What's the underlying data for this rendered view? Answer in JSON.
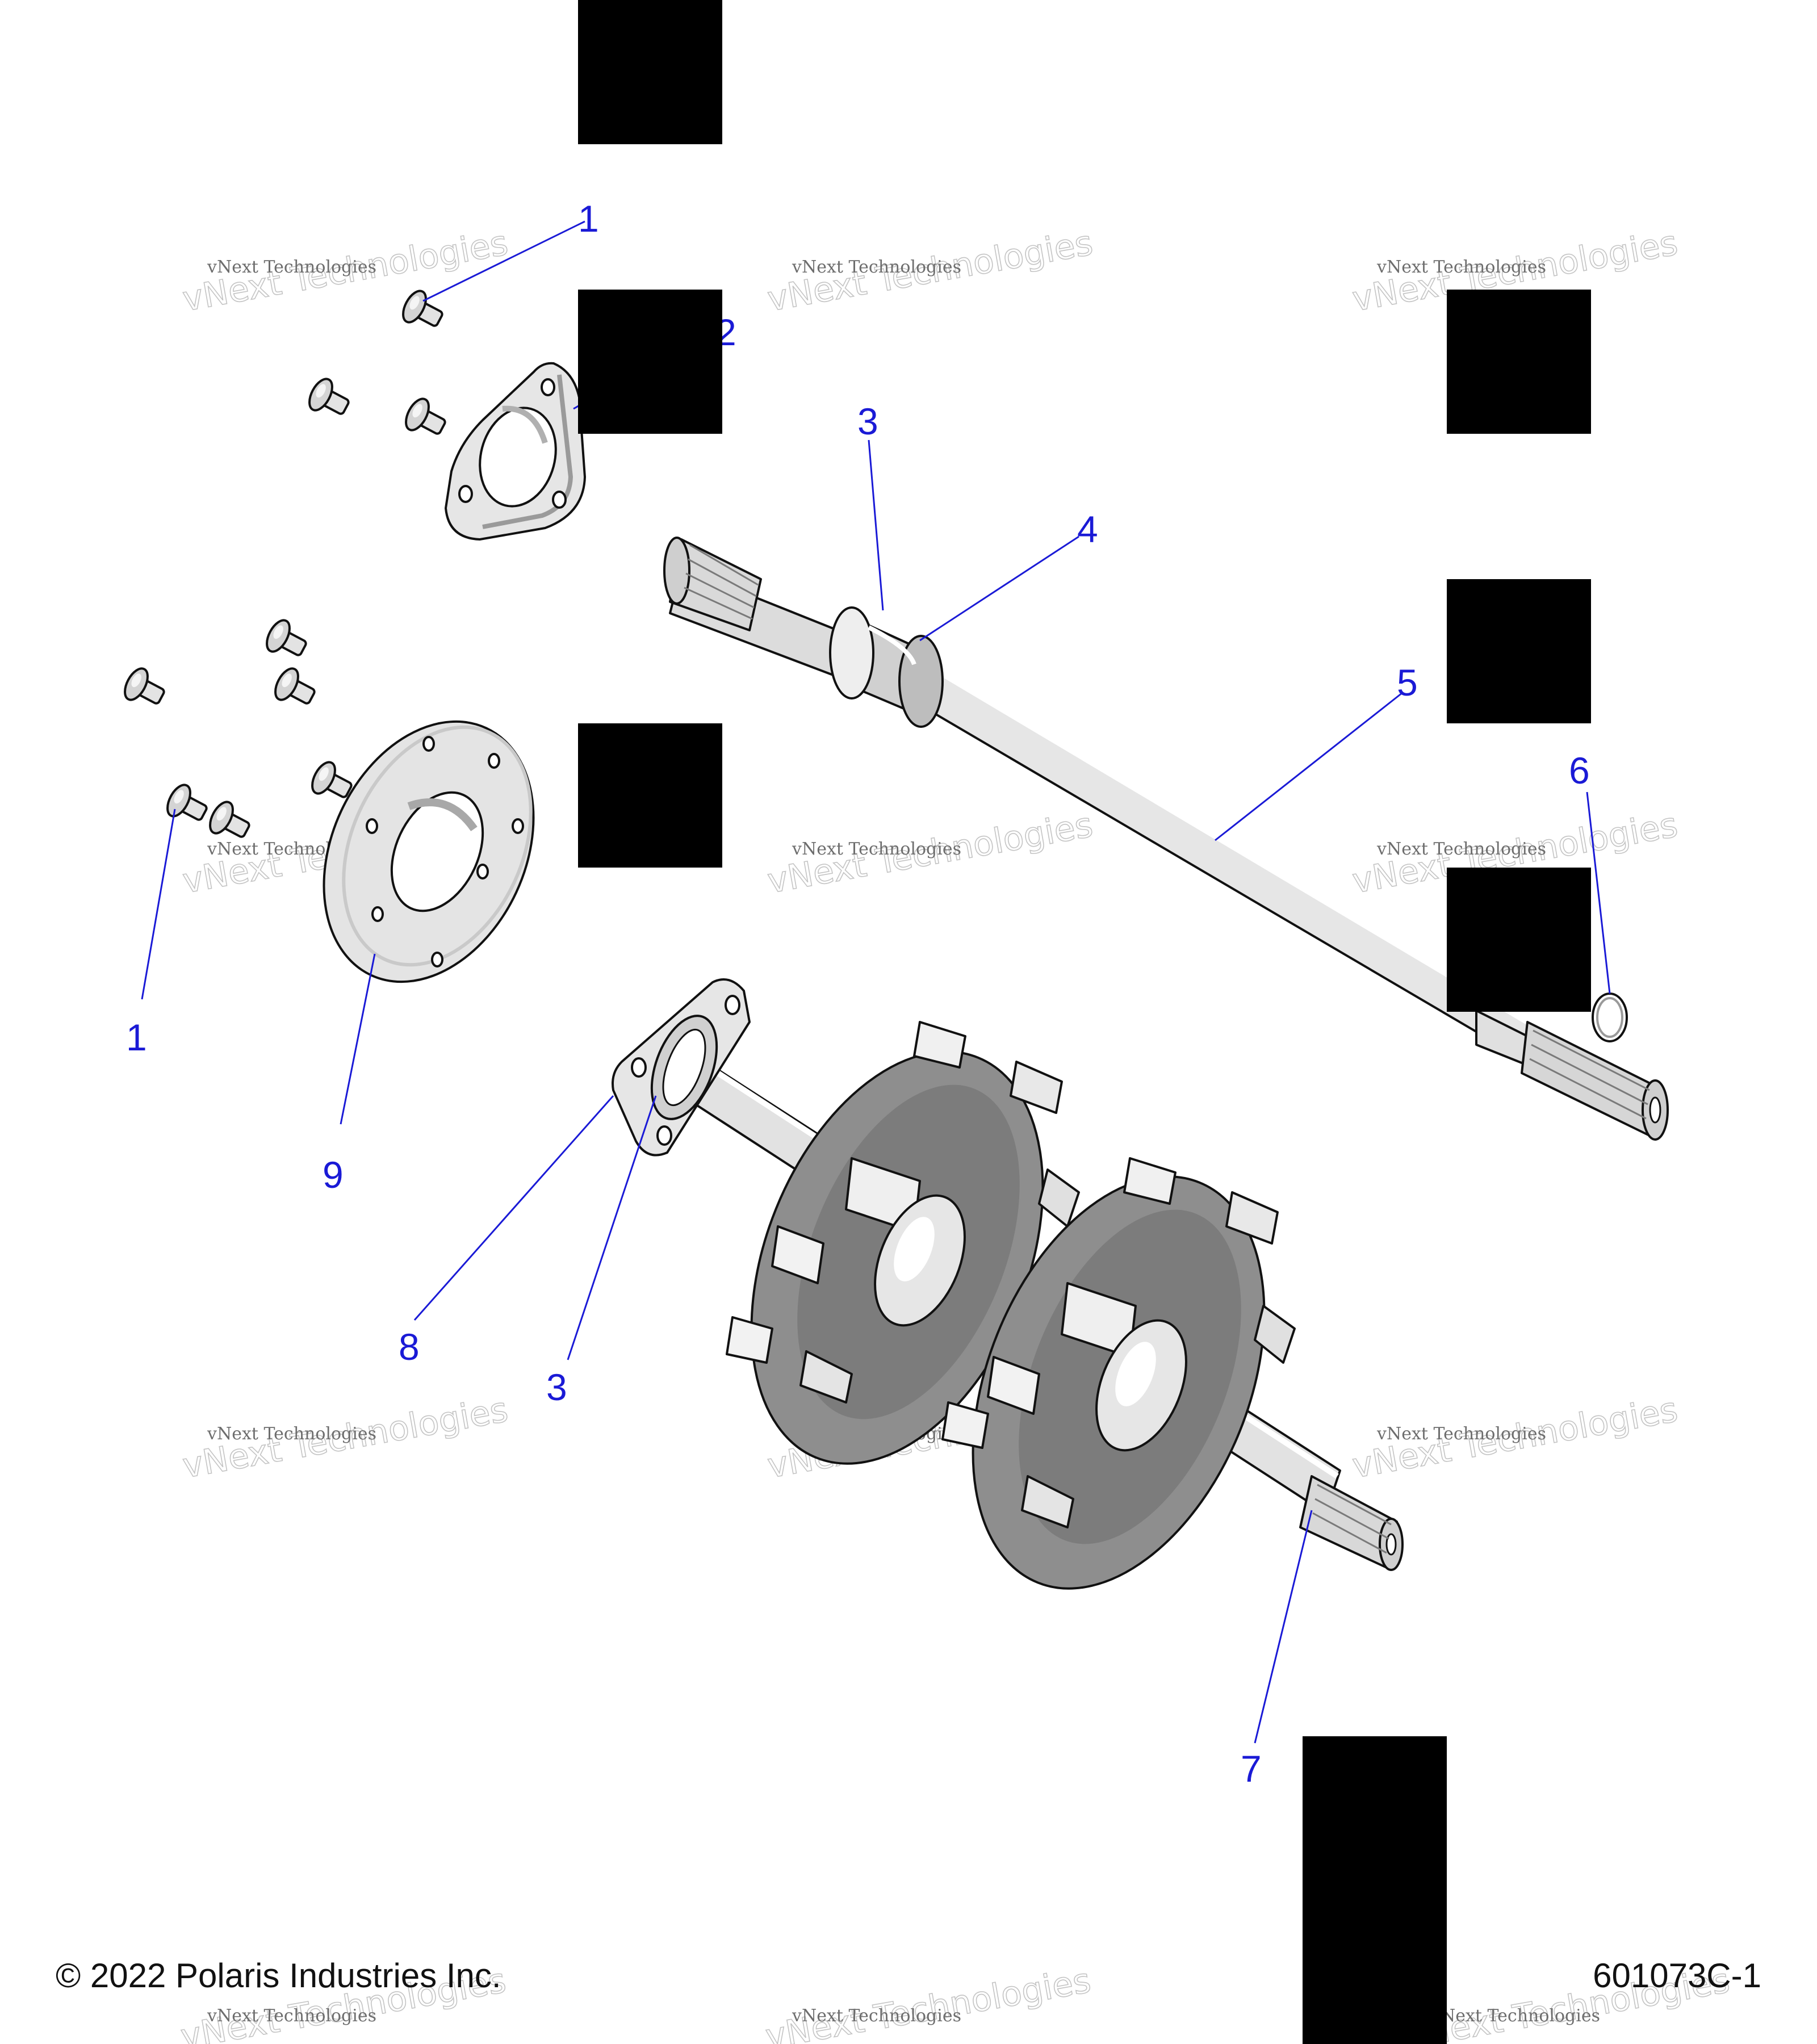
{
  "diagram": {
    "callouts": [
      {
        "id": "c1a",
        "label": "1"
      },
      {
        "id": "c2",
        "label": "2"
      },
      {
        "id": "c3a",
        "label": "3"
      },
      {
        "id": "c4",
        "label": "4"
      },
      {
        "id": "c5",
        "label": "5"
      },
      {
        "id": "c6",
        "label": "6"
      },
      {
        "id": "c1b",
        "label": "1"
      },
      {
        "id": "c9",
        "label": "9"
      },
      {
        "id": "c8",
        "label": "8"
      },
      {
        "id": "c3b",
        "label": "3"
      },
      {
        "id": "c7",
        "label": "7"
      }
    ],
    "watermark": {
      "line1": "vNext Technologies",
      "line2": "vNext Technologies"
    },
    "footer": {
      "copyright": "© 2022 Polaris Industries Inc.",
      "figure_id": "601073C-1"
    },
    "colors": {
      "callout": "#1a1ad6",
      "part_fill": "#e3e3e3",
      "part_shadow": "#9a9a9a",
      "outline": "#111111",
      "redaction": "#000000"
    }
  }
}
